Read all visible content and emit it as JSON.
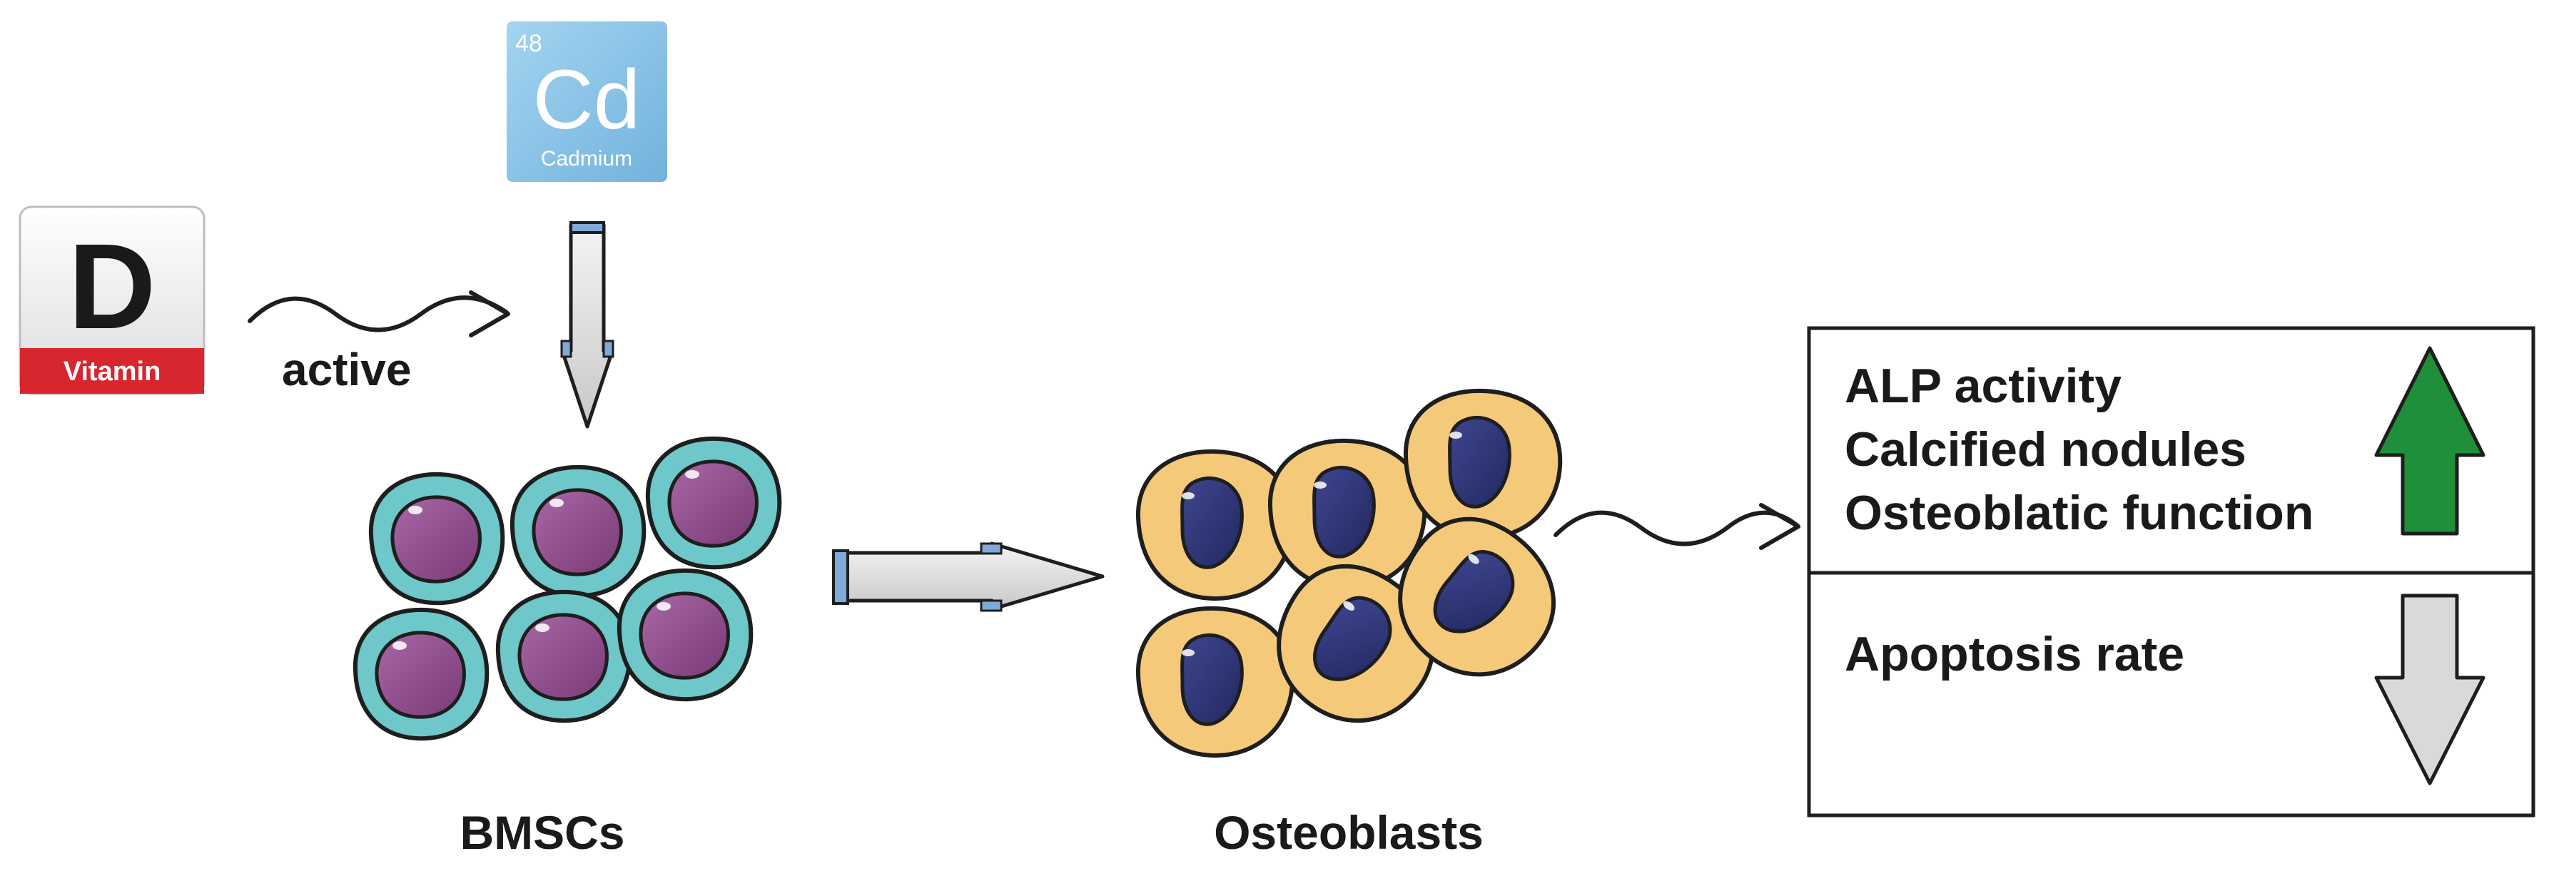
{
  "vitamin_tile": {
    "letter": "D",
    "label": "Vitamin"
  },
  "cadmium_tile": {
    "atomic_number": "48",
    "symbol": "Cd",
    "name": "Cadmium"
  },
  "vitamin_arrow_label": "active",
  "bmsc_label": "BMSCs",
  "osteoblast_label": "Osteoblasts",
  "effects": {
    "increased": [
      "ALP activity",
      "Calcified nodules",
      "Osteoblatic function"
    ],
    "decreased": [
      "Apoptosis rate"
    ]
  },
  "colors": {
    "bmsc_membrane": "#6ec7c9",
    "bmsc_nucleus": "#8e4a8d",
    "osteoblast_cytoplasm": "#f5c97a",
    "osteoblast_nucleus": "#2e3475",
    "up_arrow": "#1f8f3a",
    "down_arrow": "#d9d9d9",
    "vitamin_band": "#d8262e",
    "cadmium_tile": "#8ec6e8"
  }
}
